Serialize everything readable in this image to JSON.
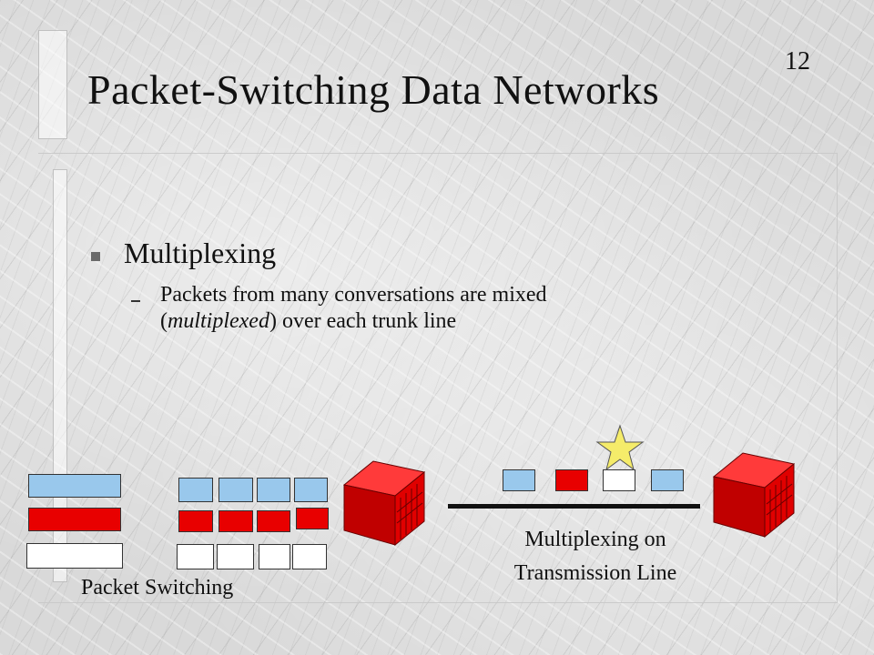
{
  "page_number": "12",
  "title": "Packet-Switching Data Networks",
  "bullet": {
    "text": "Multiplexing",
    "sub_line1": "Packets from many conversations are mixed",
    "sub_line2_prefix": "(",
    "sub_line2_italic": "multiplexed",
    "sub_line2_suffix": ") over each trunk line"
  },
  "labels": {
    "packet_switching": "Packet Switching",
    "mux_line1": "Multiplexing on",
    "mux_line2": "Transmission Line"
  },
  "colors": {
    "packet_blue": "#99c8ec",
    "packet_red": "#e80000",
    "packet_white": "#ffffff",
    "switch_red": "#e00000",
    "star_yellow": "#f5ec6a"
  },
  "icons": {
    "switch": "network-switch-icon",
    "star": "star-icon"
  }
}
